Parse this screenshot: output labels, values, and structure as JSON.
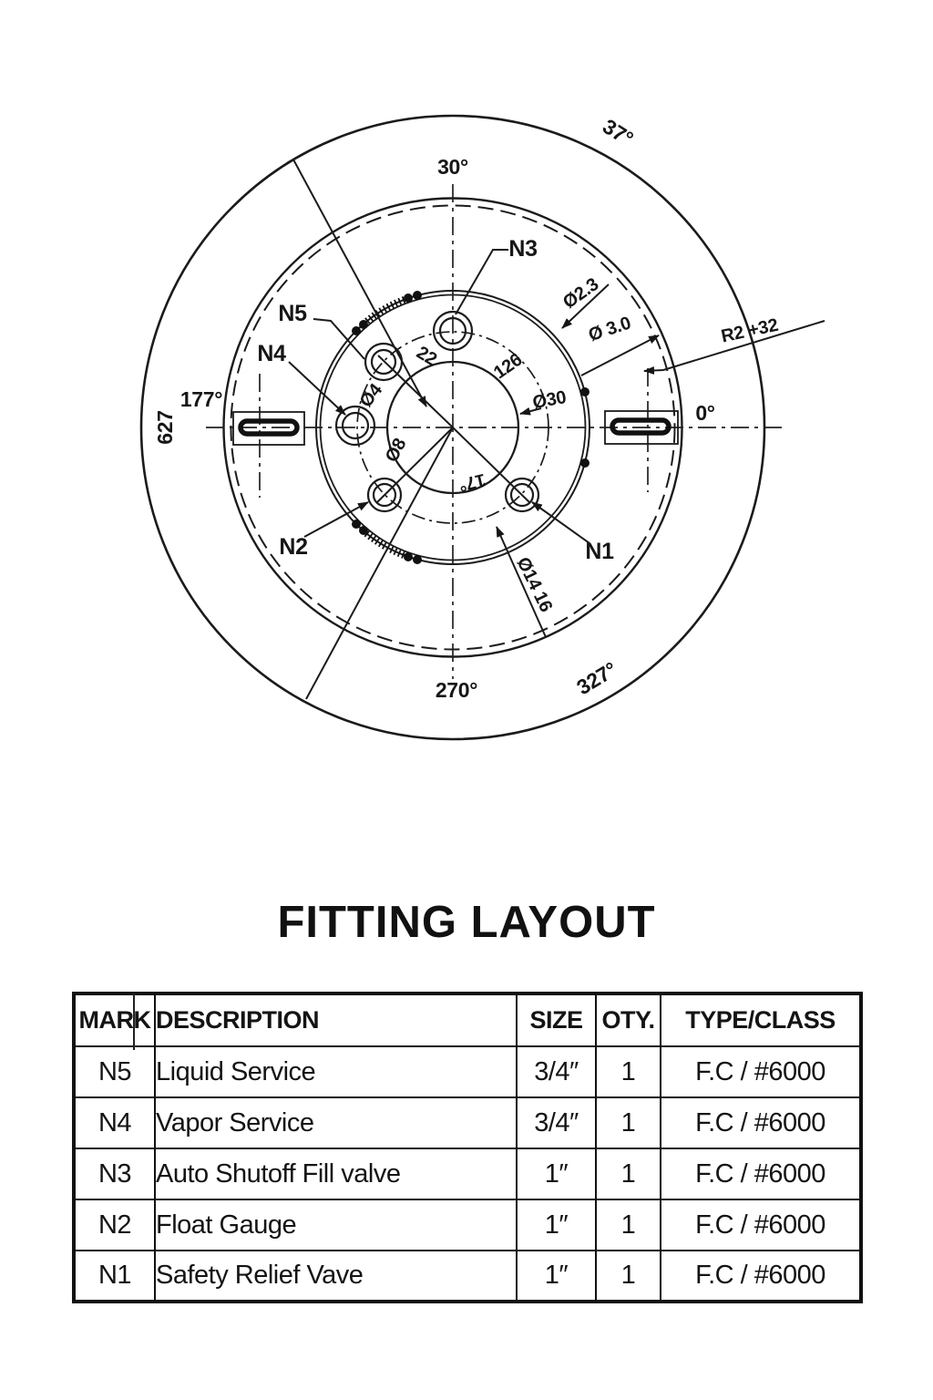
{
  "title": "FITTING LAYOUT",
  "drawing": {
    "angles": {
      "top": "30°",
      "top_right": "37°",
      "right": "0°",
      "left": "177°",
      "bottom": "270°",
      "bottom_right": "327°"
    },
    "outer_diameter": "627",
    "nozzles": {
      "n1": "N1",
      "n2": "N2",
      "n3": "N3",
      "n4": "N4",
      "n5": "N5"
    },
    "dims": {
      "hole_small": "Ø2.3",
      "hole_mid": "Ø 3.0",
      "radius_note": "R2 +32",
      "bolt_circle": "126",
      "center_hole": "Ø30",
      "offset_22": "22",
      "d4": "Ø4",
      "d8": "Ø8",
      "angle_17": "17°",
      "bolt_holes": "Ø14 16"
    }
  },
  "table": {
    "headers": {
      "mark": "MARK",
      "description": "DESCRIPTION",
      "size": "SIZE",
      "qty": "OTY.",
      "type_class": "TYPE/CLASS"
    },
    "rows": [
      {
        "mark": "N5",
        "description": "Liquid Service",
        "size": "3/4″",
        "qty": "1",
        "type_class": "F.C / #6000"
      },
      {
        "mark": "N4",
        "description": "Vapor Service",
        "size": "3/4″",
        "qty": "1",
        "type_class": "F.C / #6000"
      },
      {
        "mark": "N3",
        "description": "Auto Shutoff Fill valve",
        "size": "1″",
        "qty": "1",
        "type_class": "F.C / #6000"
      },
      {
        "mark": "N2",
        "description": "Float Gauge",
        "size": "1″",
        "qty": "1",
        "type_class": "F.C / #6000"
      },
      {
        "mark": "N1",
        "description": "Safety Relief Vave",
        "size": "1″",
        "qty": "1",
        "type_class": "F.C / #6000"
      }
    ]
  }
}
